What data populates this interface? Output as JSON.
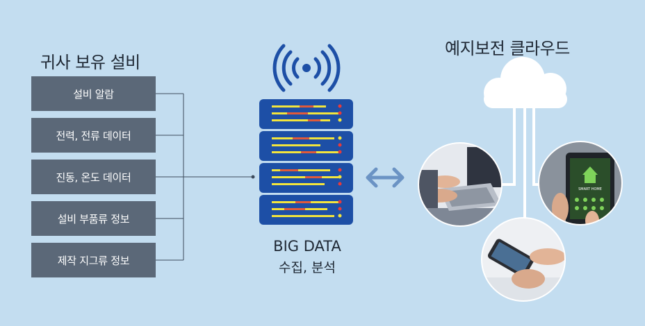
{
  "left_panel": {
    "title": "귀사 보유 설비",
    "items": [
      {
        "label": "설비 알람"
      },
      {
        "label": "전력, 전류 데이터"
      },
      {
        "label": "진동, 온도 데이터"
      },
      {
        "label": "설비 부품류 정보"
      },
      {
        "label": "제작 지그류 정보"
      }
    ]
  },
  "center": {
    "title": "BIG DATA",
    "subtitle": "수집, 분석"
  },
  "right_panel": {
    "title": "예지보전 클라우드",
    "tablet_text": "SMART HOME"
  },
  "colors": {
    "background": "#c3ddf0",
    "box": "#5b6878",
    "server": "#1d4fa6",
    "arrow": "#6b93c4"
  }
}
